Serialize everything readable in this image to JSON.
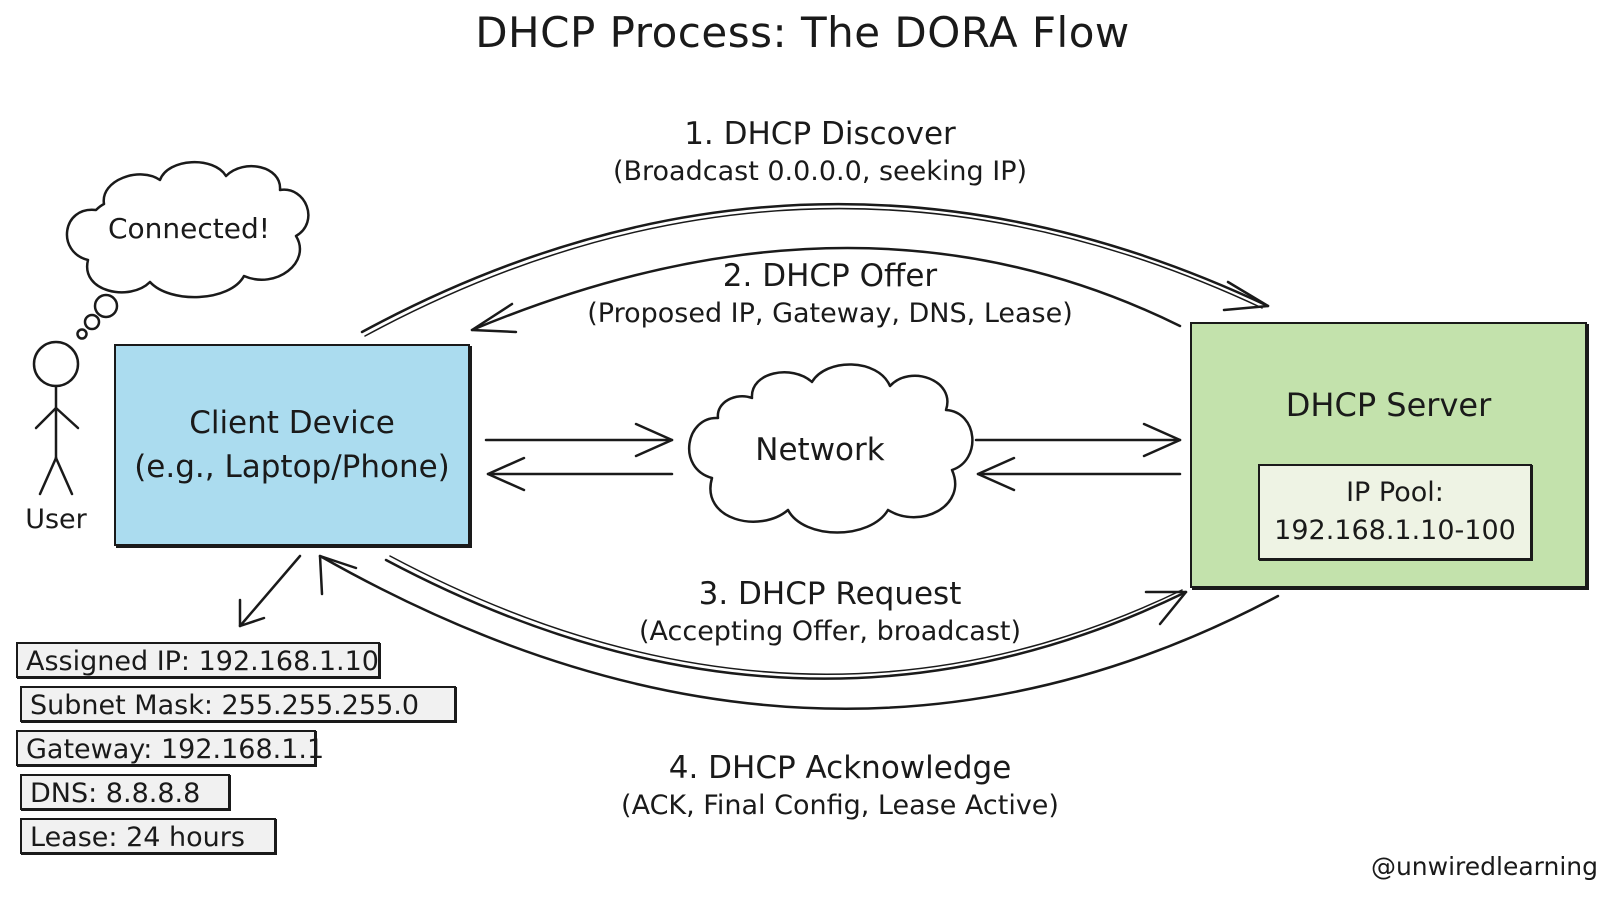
{
  "title": "DHCP Process: The DORA Flow",
  "steps": [
    {
      "title": "1. DHCP Discover",
      "detail": "(Broadcast 0.0.0.0, seeking IP)"
    },
    {
      "title": "2. DHCP Offer",
      "detail": "(Proposed IP, Gateway, DNS, Lease)"
    },
    {
      "title": "3. DHCP Request",
      "detail": "(Accepting Offer, broadcast)"
    },
    {
      "title": "4. DHCP Acknowledge",
      "detail": "(ACK, Final Config, Lease Active)"
    }
  ],
  "client": {
    "line1": "Client Device",
    "line2": "(e.g., Laptop/Phone)",
    "color": "#abdcef"
  },
  "server": {
    "title": "DHCP Server",
    "pool_label": "IP Pool:",
    "pool_range": "192.168.1.10-100",
    "color": "#c3e2ac"
  },
  "network": {
    "label": "Network"
  },
  "user": {
    "label": "User",
    "thought": "Connected!"
  },
  "config": [
    "Assigned IP: 192.168.1.10",
    "Subnet Mask: 255.255.255.0",
    "Gateway: 192.168.1.1",
    "DNS: 8.8.8.8",
    "Lease: 24 hours"
  ],
  "credit": "@unwiredlearning"
}
